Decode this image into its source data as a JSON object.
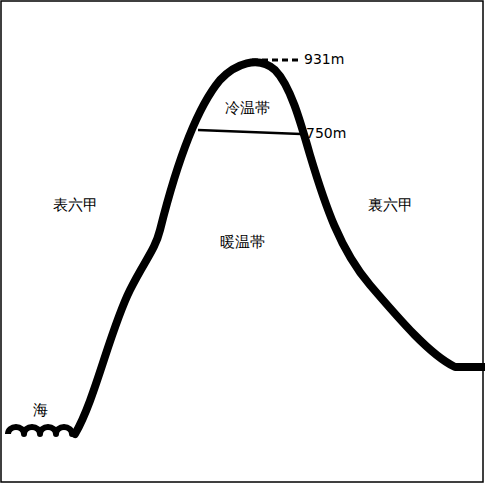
{
  "diagram": {
    "labels": [
      "931m",
      "冷温帯",
      "750m",
      "表六甲",
      "暖温帯",
      "裏六甲",
      "海"
    ]
  }
}
